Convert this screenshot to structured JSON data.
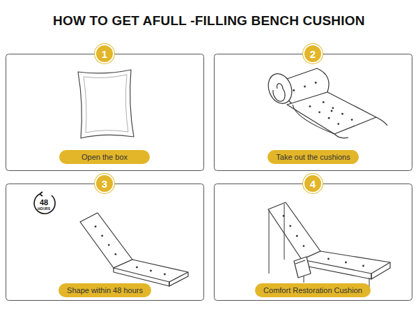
{
  "diagram": {
    "title": "HOW TO GET AFULL -FILLING BENCH CUSHION",
    "nodes": [
      {
        "text": [
          "1"
        ]
      },
      {
        "text": [
          "Open the box"
        ]
      },
      {
        "text": [
          "2"
        ]
      },
      {
        "text": [
          "Take out the cushions"
        ]
      },
      {
        "text": [
          "3"
        ]
      },
      {
        "text": [
          "Shape within 48 hours"
        ]
      },
      {
        "text": [
          "4"
        ]
      },
      {
        "text": [
          "Comfort Restoration Cushion"
        ]
      }
    ],
    "labels": [
      "48",
      "HOURS"
    ]
  }
}
